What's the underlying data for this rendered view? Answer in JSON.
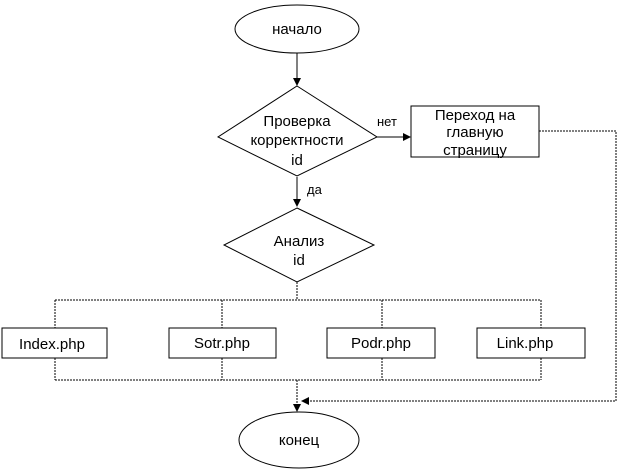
{
  "diagram": {
    "nodes": {
      "start": "начало",
      "check_lines": [
        "Проверка",
        "корректности",
        "id"
      ],
      "redirect_lines": [
        "Переход на",
        "главную",
        "страницу"
      ],
      "analyze_lines": [
        "Анализ",
        "id"
      ],
      "pages": [
        "Index.php",
        "Sotr.php",
        "Podr.php",
        "Link.php"
      ],
      "end": "конец"
    },
    "edge_labels": {
      "no": "нет",
      "yes": "да"
    },
    "colors": {
      "stroke": "#000000",
      "fill": "#ffffff"
    }
  }
}
